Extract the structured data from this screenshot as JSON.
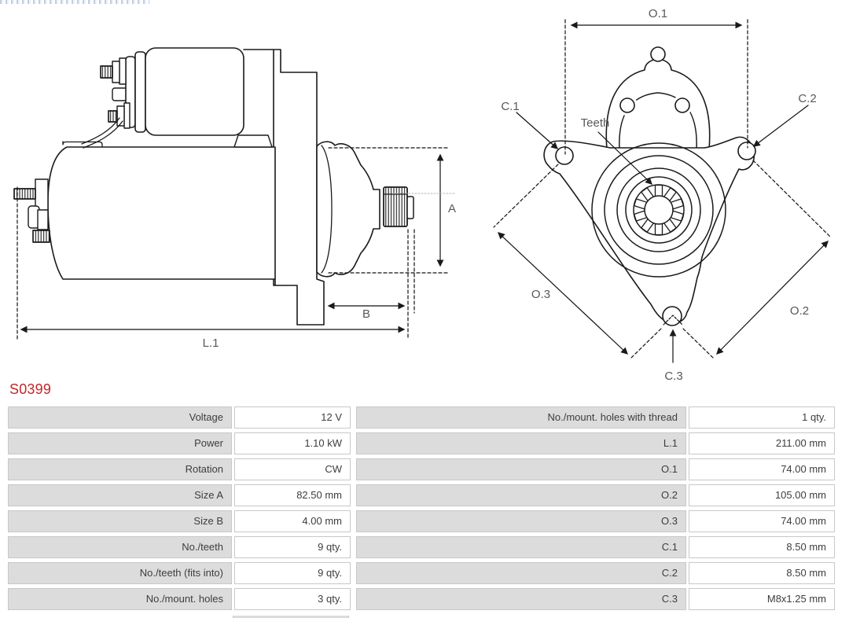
{
  "part": {
    "number": "S0399"
  },
  "side_view": {
    "dim_a": "A",
    "dim_b": "B",
    "dim_l1": "L.1"
  },
  "front_view": {
    "dim_o1": "O.1",
    "dim_o2": "O.2",
    "dim_o3": "O.3",
    "dim_c1": "C.1",
    "dim_c2": "C.2",
    "dim_c3": "C.3",
    "teeth": "Teeth"
  },
  "specs": {
    "left": [
      {
        "label": "Voltage",
        "value": "12 V"
      },
      {
        "label": "Power",
        "value": "1.10 kW"
      },
      {
        "label": "Rotation",
        "value": "CW"
      },
      {
        "label": "Size A",
        "value": "82.50 mm"
      },
      {
        "label": "Size B",
        "value": "4.00 mm"
      },
      {
        "label": "No./teeth",
        "value": "9 qty."
      },
      {
        "label": "No./teeth (fits into)",
        "value": "9 qty."
      },
      {
        "label": "No./mount. holes",
        "value": "3 qty."
      }
    ],
    "right": [
      {
        "label": "No./mount. holes with thread",
        "value": "1 qty."
      },
      {
        "label": "L.1",
        "value": "211.00 mm"
      },
      {
        "label": "O.1",
        "value": "74.00 mm"
      },
      {
        "label": "O.2",
        "value": "105.00 mm"
      },
      {
        "label": "O.3",
        "value": "74.00 mm"
      },
      {
        "label": "C.1",
        "value": "8.50 mm"
      },
      {
        "label": "C.2",
        "value": "8.50 mm"
      },
      {
        "label": "C.3",
        "value": "M8x1.25 mm"
      }
    ]
  },
  "colors": {
    "part_number": "#c4262b",
    "table_label_bg": "#dcdcdc",
    "table_border": "#c8c8c8",
    "drawing_line": "#1a1a1a",
    "dim_text": "#58585a"
  }
}
